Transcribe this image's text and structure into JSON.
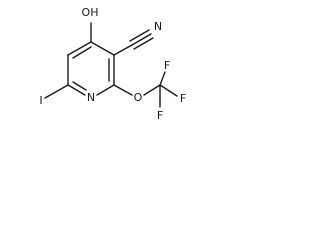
{
  "molecule": {
    "atoms": {
      "oh": "OH",
      "n_nitrile": "N",
      "n_ring": "N",
      "iodine": "I",
      "oxygen": "O",
      "f_top": "F",
      "f_right": "F",
      "f_bottom": "F"
    }
  }
}
